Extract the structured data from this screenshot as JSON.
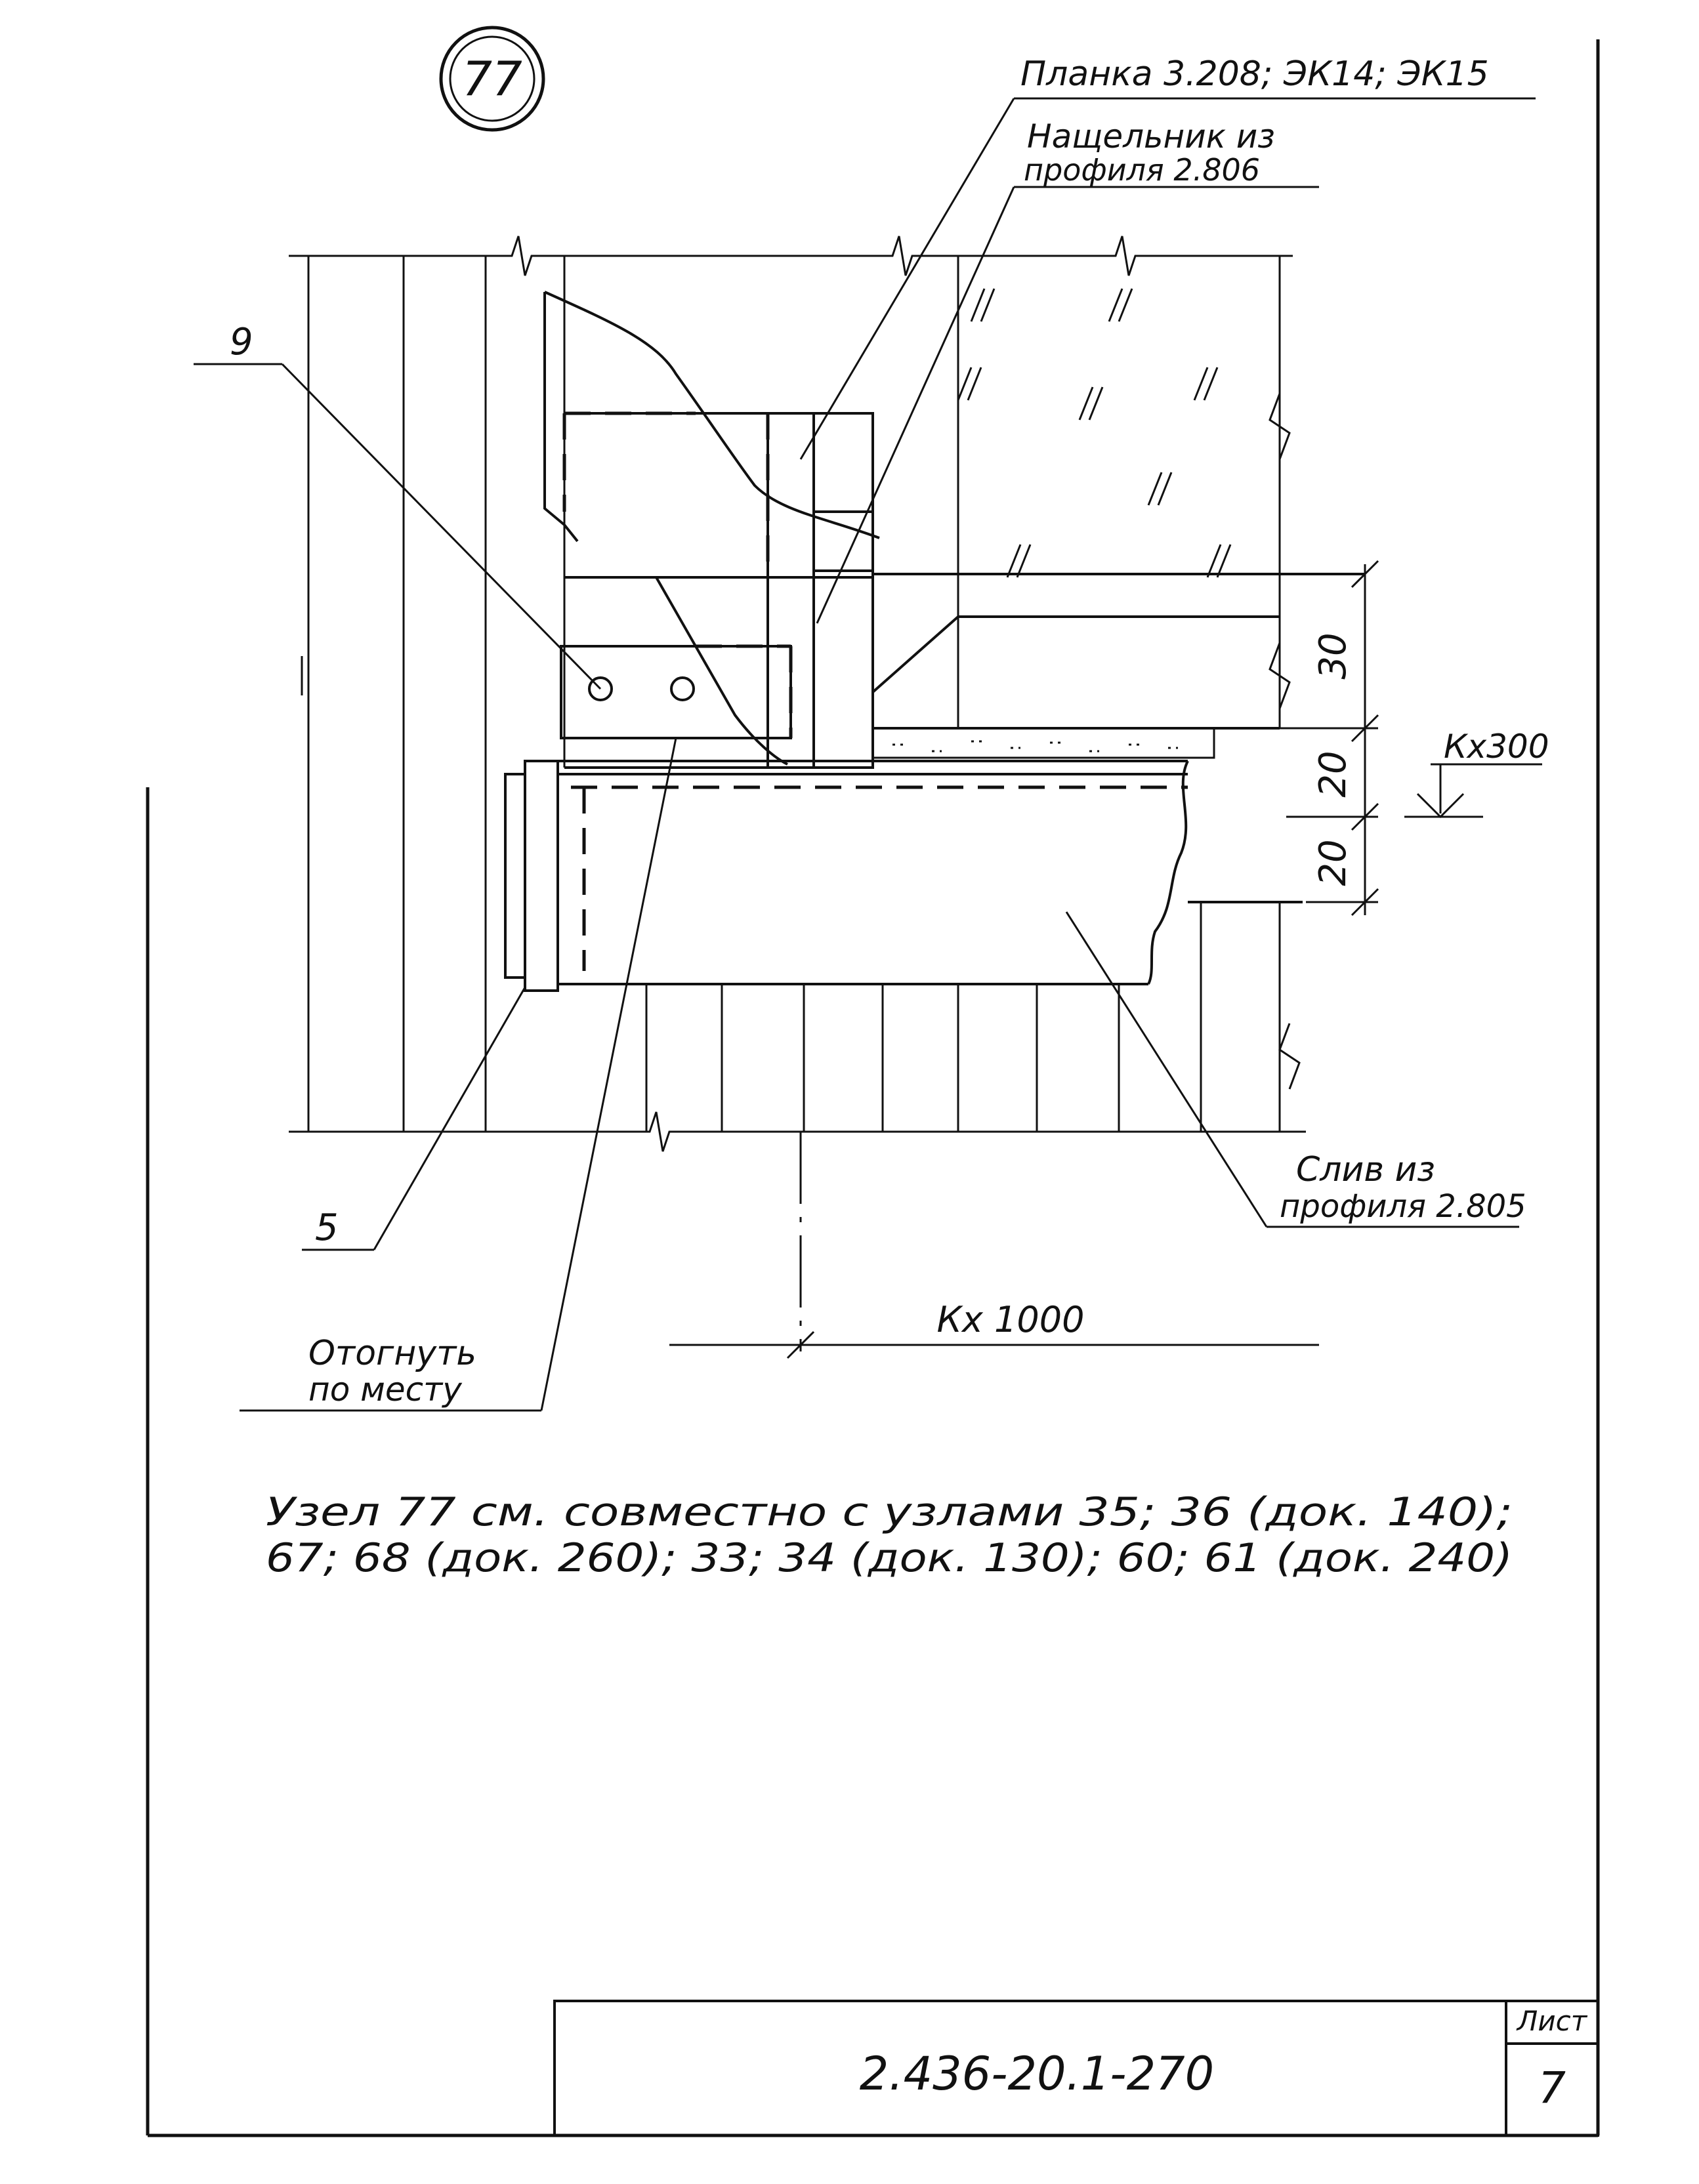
{
  "node": {
    "number": "77"
  },
  "callouts": {
    "plank": "Планка 3.208; ЭК14; ЭК15",
    "flashing_line1": "Нащельник из",
    "flashing_line2": "профиля 2.806",
    "drip_line1": "Слив из",
    "drip_line2": "профиля 2.805",
    "bend_line1": "Отогнуть",
    "bend_line2": "по месту",
    "pos9": "9",
    "pos5": "5"
  },
  "dimensions": {
    "d30": "30",
    "d20a": "20",
    "d20b": "20",
    "k300": "Кх300",
    "k1000": "Кх 1000"
  },
  "note": {
    "line1": "Узел 77 см. совместно с узлами 35; 36 (док. 140);",
    "line2": "67; 68 (док. 260); 33; 34 (док. 130); 60; 61 (док. 240)"
  },
  "title_block": {
    "code": "2.436-20.1-270",
    "sheet_label": "Лист",
    "sheet_number": "7"
  }
}
